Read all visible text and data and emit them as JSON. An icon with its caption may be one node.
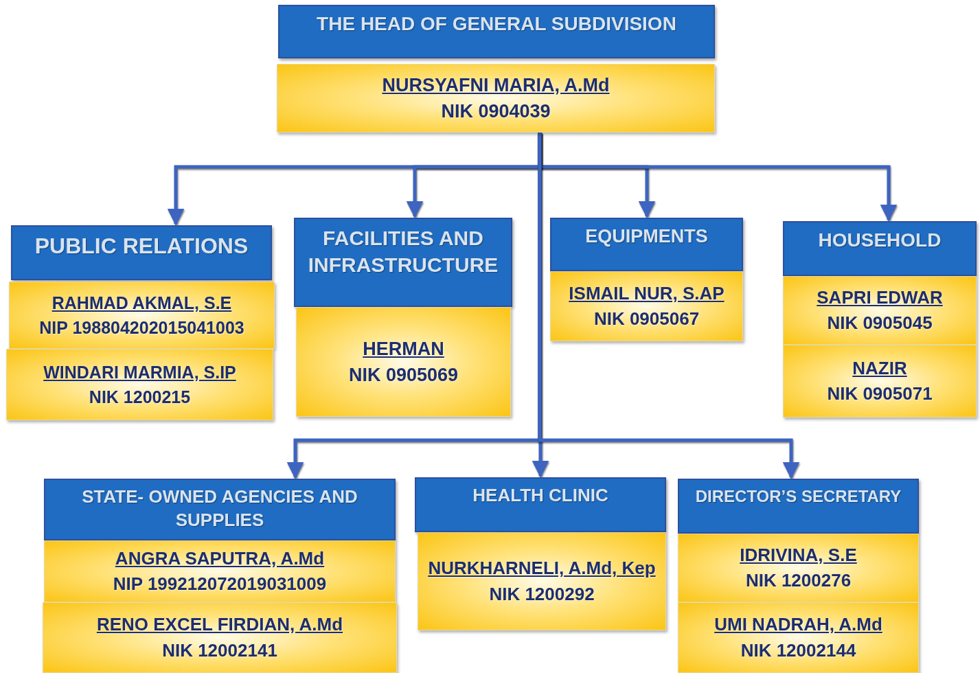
{
  "diagram": {
    "nodes": [
      {
        "text": [
          "THE HEAD OF GENERAL SUBDIVISION"
        ]
      },
      {
        "text": [
          "NURSYAFNI MARIA, A.Md",
          "NIK 0904039"
        ]
      },
      {
        "text": [
          "PUBLIC RELATIONS"
        ]
      },
      {
        "text": [
          "RAHMAD AKMAL, S.E",
          "NIP 198804202015041003"
        ]
      },
      {
        "text": [
          "WINDARI MARMIA, S.IP",
          "NIK 1200215"
        ]
      },
      {
        "text": [
          "FACILITIES AND INFRASTRUCTURE"
        ]
      },
      {
        "text": [
          "HERMAN",
          "NIK 0905069"
        ]
      },
      {
        "text": [
          "EQUIPMENTS"
        ]
      },
      {
        "text": [
          "ISMAIL NUR, S.AP",
          "NIK 0905067"
        ]
      },
      {
        "text": [
          "HOUSEHOLD"
        ]
      },
      {
        "text": [
          "SAPRI EDWAR",
          "NIK 0905045"
        ]
      },
      {
        "text": [
          "NAZIR",
          "NIK 0905071"
        ]
      },
      {
        "text": [
          "STATE- OWNED AGENCIES AND SUPPLIES"
        ]
      },
      {
        "text": [
          "ANGRA SAPUTRA, A.Md",
          "NIP 199212072019031009"
        ]
      },
      {
        "text": [
          "RENO EXCEL FIRDIAN, A.Md",
          "NIK 12002141"
        ]
      },
      {
        "text": [
          "HEALTH CLINIC"
        ]
      },
      {
        "text": [
          "NURKHARNELI, A.Md, Kep",
          "NIK 1200292"
        ]
      },
      {
        "text": [
          "DIRECTOR’S SECRETARY"
        ]
      },
      {
        "text": [
          "IDRIVINA, S.E",
          "NIK 1200276"
        ]
      },
      {
        "text": [
          "UMI NADRAH, A.Md",
          "NIK 12002144"
        ]
      }
    ],
    "edges": [
      {
        "from": 1,
        "to": 2,
        "arrow": "to"
      },
      {
        "from": 1,
        "to": 5,
        "arrow": "to"
      },
      {
        "from": 1,
        "to": 7,
        "arrow": "to"
      },
      {
        "from": 1,
        "to": 9,
        "arrow": "to"
      },
      {
        "from": 1,
        "to": 12,
        "arrow": "to"
      },
      {
        "from": 1,
        "to": 15,
        "arrow": "to"
      },
      {
        "from": 1,
        "to": 17,
        "arrow": "to"
      }
    ]
  }
}
